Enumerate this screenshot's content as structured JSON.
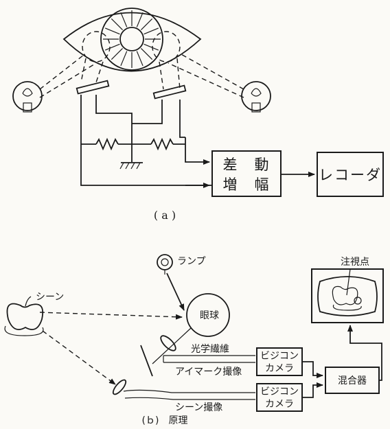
{
  "panel_a": {
    "amp_line1": "差　動",
    "amp_line2": "増　幅",
    "recorder": "レコーダ",
    "caption": "( a )"
  },
  "panel_b": {
    "lamp": "ランプ",
    "scene": "シーン",
    "eyeball": "眼球",
    "fixation": "注視点",
    "fiber": "光学繊維",
    "eyemark_camera": "アイマーク撮像",
    "scene_camera": "シーン撮像",
    "vidicon1_line1": "ビジコン",
    "vidicon1_line2": "カメラ",
    "vidicon2_line1": "ビジコン",
    "vidicon2_line2": "カメラ",
    "mixer": "混合器",
    "caption": "(ｂ)　原理"
  }
}
